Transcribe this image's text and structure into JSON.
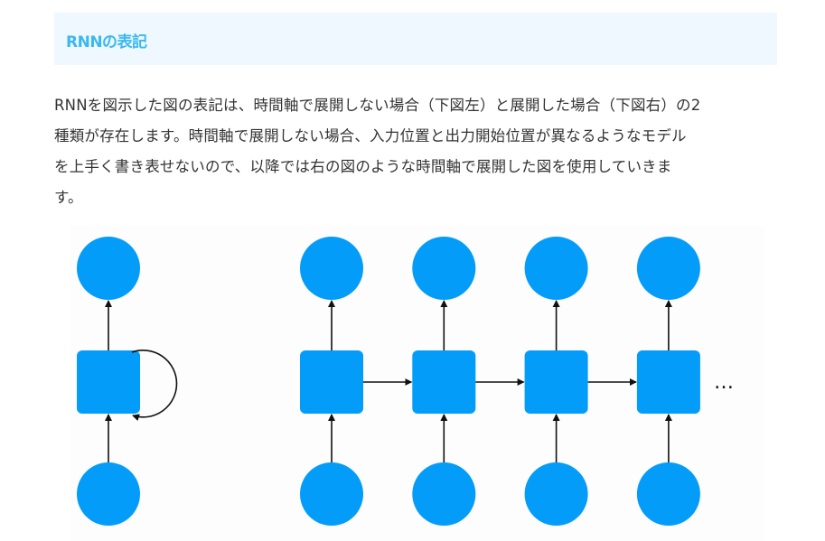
{
  "heading": "RNNの表記",
  "paragraph_lines": [
    "RNNを図示した図の表記は、時間軸で展開しない場合（下図左）と展開した場合（下図右）の2",
    "種類が存在します。時間軸で展開しない場合、入力位置と出力開始位置が異なるようなモデル",
    "を上手く書き表せないので、以降では右の図のような時間軸で展開した図を使用していきま",
    "す。"
  ],
  "diagram": {
    "node_color": "#049cf9",
    "unrolled_steps": 4,
    "continuation": "…"
  }
}
